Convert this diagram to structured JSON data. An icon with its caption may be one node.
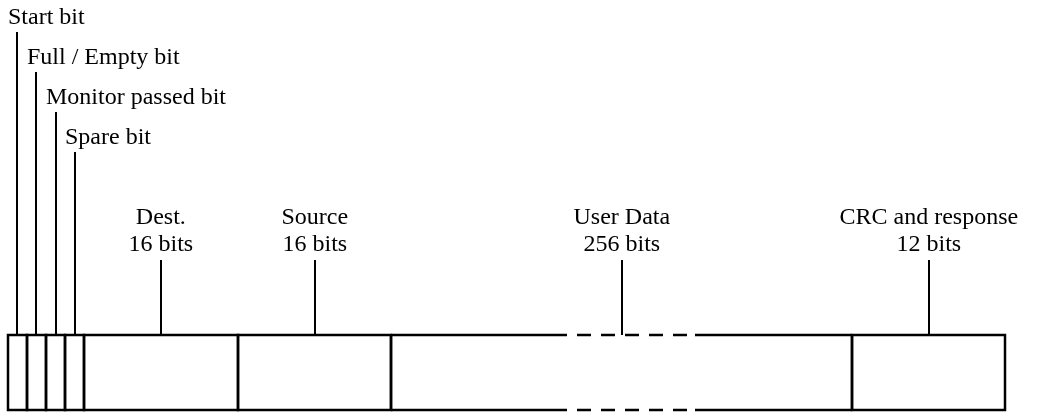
{
  "diagram": {
    "nodes": [
      {
        "text": [
          "Start bit"
        ]
      },
      {
        "text": [
          "Full / Empty bit"
        ]
      },
      {
        "text": [
          "Monitor passed bit"
        ]
      },
      {
        "text": [
          "Spare bit"
        ]
      },
      {
        "text": [
          "Dest.",
          "16 bits"
        ]
      },
      {
        "text": [
          "Source",
          "16 bits"
        ]
      },
      {
        "text": [
          "User Data",
          "256 bits"
        ]
      },
      {
        "text": [
          "CRC and response",
          "12 bits"
        ]
      },
      {
        "text": [],
        "shape": "box"
      },
      {
        "text": [],
        "shape": "box"
      },
      {
        "text": [],
        "shape": "box"
      },
      {
        "text": [],
        "shape": "box"
      },
      {
        "text": [],
        "shape": "box"
      },
      {
        "text": [],
        "shape": "box"
      },
      {
        "text": [],
        "shape": "box"
      },
      {
        "text": [],
        "shape": "box"
      }
    ],
    "edges": [
      {
        "from": 0,
        "to": 8,
        "arrow": "none"
      },
      {
        "from": 1,
        "to": 9,
        "arrow": "none"
      },
      {
        "from": 2,
        "to": 10,
        "arrow": "none"
      },
      {
        "from": 3,
        "to": 11,
        "arrow": "none"
      },
      {
        "from": 4,
        "to": 12,
        "arrow": "none"
      },
      {
        "from": 5,
        "to": 13,
        "arrow": "none"
      },
      {
        "from": 6,
        "to": 14,
        "arrow": "none"
      },
      {
        "from": 7,
        "to": 15,
        "arrow": "none"
      }
    ]
  }
}
